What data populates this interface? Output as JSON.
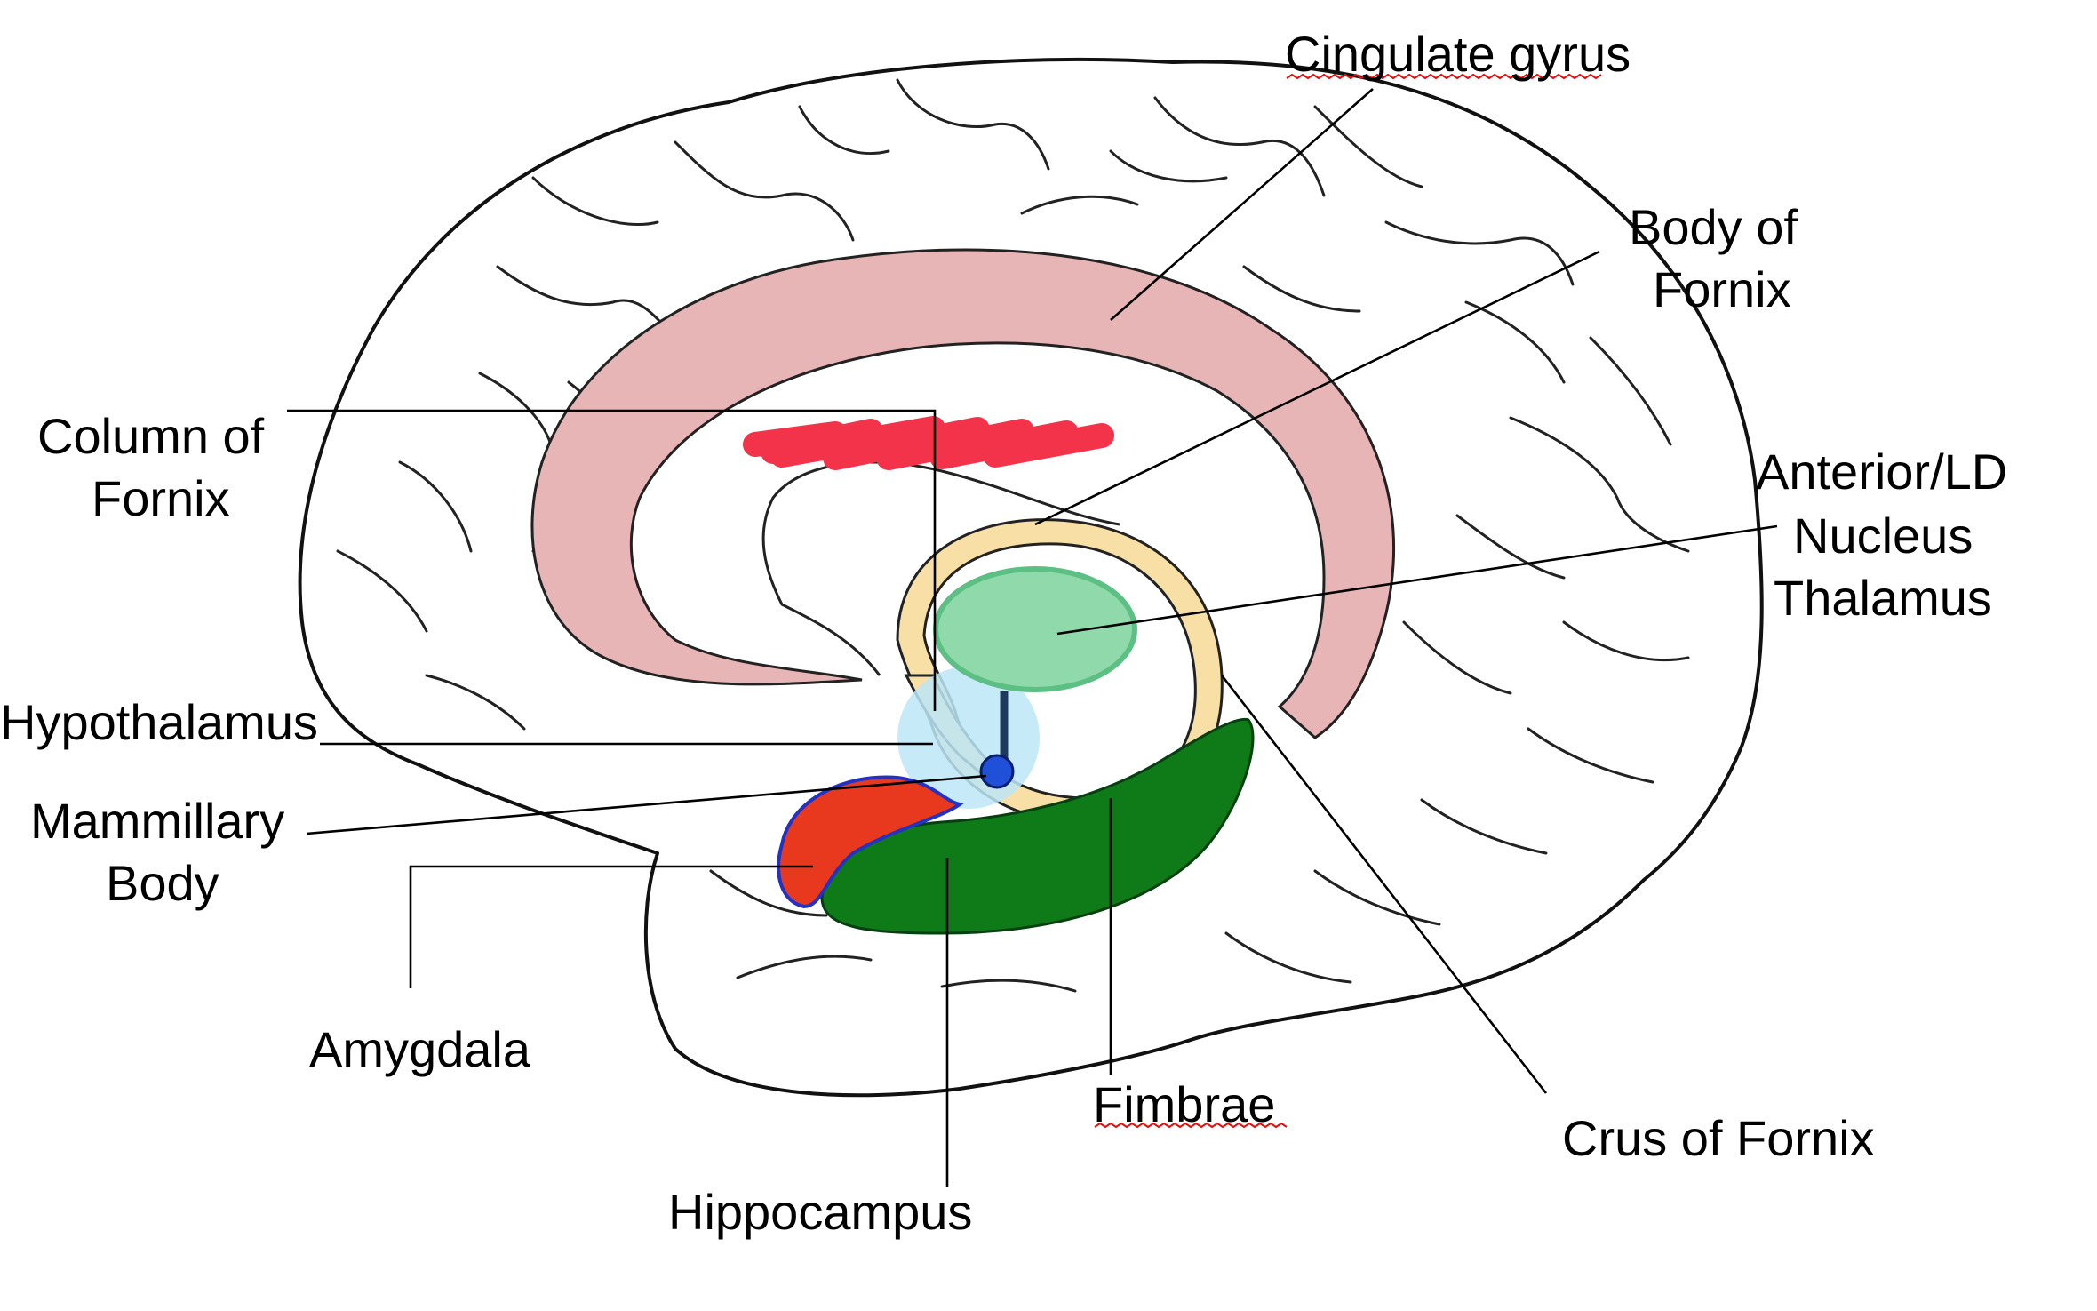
{
  "labels": {
    "cingulate_gyrus": "Cingulate gyrus",
    "body_of_fornix": [
      "Body of",
      "Fornix"
    ],
    "column_of_fornix": [
      "Column of",
      "Fornix"
    ],
    "anterior_ld": [
      "Anterior/LD",
      "Nucleus",
      "Thalamus"
    ],
    "hypothalamus": "Hypothalamus",
    "mammillary_body": [
      "Mammillary",
      "Body"
    ],
    "amygdala": "Amygdala",
    "hippocampus": "Hippocampus",
    "fimbrae": "Fimbrae",
    "crus_of_fornix": "Crus of Fornix"
  },
  "colors": {
    "cingulate": "#e8b5b6",
    "fornix": "#f7dfa6",
    "thalamus": "#8fd9ab",
    "hypothalamus": "#bde6f7",
    "mammillary": "#2050d8",
    "amygdala": "#e8391f",
    "hippocampus": "#0f7a18",
    "redaction": "#f2334a"
  }
}
